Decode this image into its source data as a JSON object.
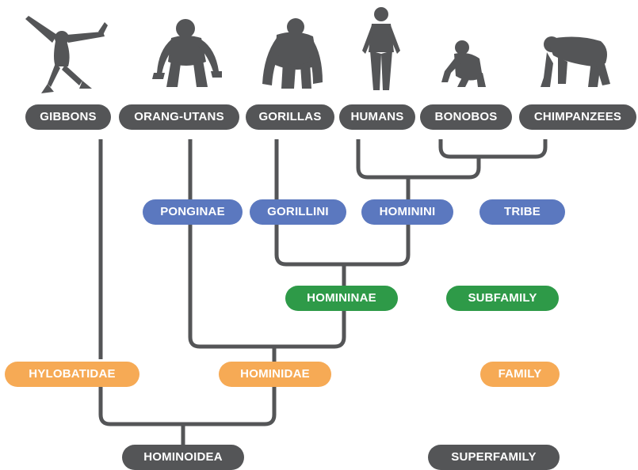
{
  "colors": {
    "gray": "#545557",
    "line": "#545557",
    "blue": "#5b78bf",
    "green": "#2e9a48",
    "orange": "#f6aa55",
    "silhouette": "#545557"
  },
  "species": [
    {
      "label": "GIBBONS",
      "icon": "gibbon-icon"
    },
    {
      "label": "ORANG-UTANS",
      "icon": "orangutan-icon"
    },
    {
      "label": "GORILLAS",
      "icon": "gorilla-icon"
    },
    {
      "label": "HUMANS",
      "icon": "human-icon"
    },
    {
      "label": "BONOBOS",
      "icon": "bonobo-icon"
    },
    {
      "label": "CHIMPANZEES",
      "icon": "chimpanzee-icon"
    }
  ],
  "tribes": {
    "ponginae": "PONGINAE",
    "gorillini": "GORILLINI",
    "hominini": "HOMININI"
  },
  "subfamily": {
    "homininae": "HOMININAE"
  },
  "family": {
    "hylobatidae": "HYLOBATIDAE",
    "hominidae": "HOMINIDAE"
  },
  "superfamily": {
    "hominoidea": "HOMINOIDEA"
  },
  "legend": {
    "tribe": "TRIBE",
    "subfamily": "SUBFAMILY",
    "family": "FAMILY",
    "superfamily": "SUPERFAMILY"
  }
}
